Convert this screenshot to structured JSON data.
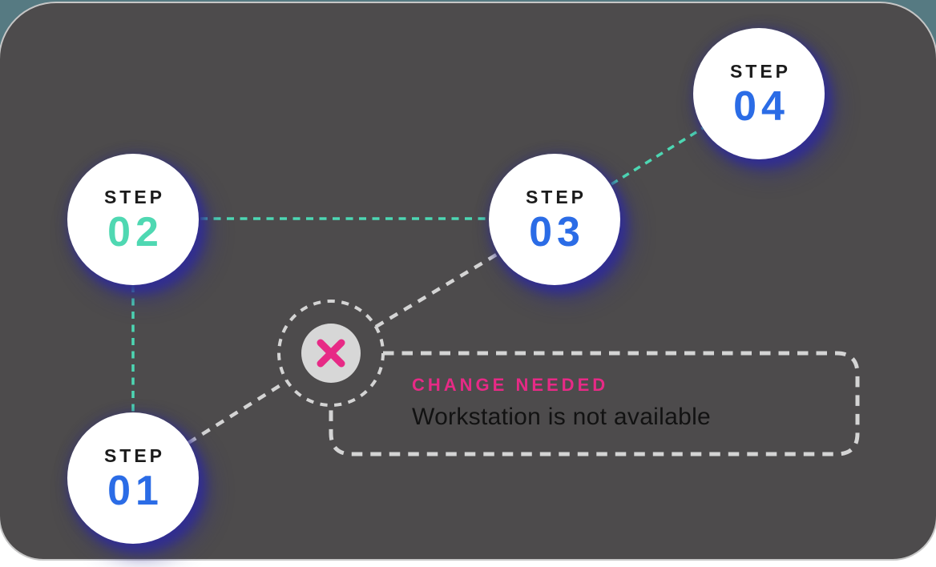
{
  "diagram_title": "step-flow-with-error-callout",
  "steps": [
    {
      "label": "STEP",
      "number": "01",
      "number_color": "#2b6ce6"
    },
    {
      "label": "STEP",
      "number": "02",
      "number_color": "#4fd8b2"
    },
    {
      "label": "STEP",
      "number": "03",
      "number_color": "#2b6ce6"
    },
    {
      "label": "STEP",
      "number": "04",
      "number_color": "#2b6ce6"
    }
  ],
  "error": {
    "icon": "x-icon",
    "message_title": "CHANGE NEEDED",
    "message_body": "Workstation is not available"
  },
  "connections": [
    {
      "from": "step-02",
      "to": "step-01",
      "style": "teal-dashed"
    },
    {
      "from": "step-02",
      "to": "step-03",
      "style": "teal-dashed"
    },
    {
      "from": "step-03",
      "to": "step-04",
      "style": "teal-dashed"
    },
    {
      "from": "step-01",
      "to": "error-node",
      "style": "grey-dashed"
    },
    {
      "from": "error-node",
      "to": "step-03",
      "style": "grey-dashed"
    },
    {
      "from": "error-node",
      "to": "message-box",
      "style": "grey-dashed"
    }
  ],
  "colors": {
    "card_bg": "#4d4b4c",
    "card_border": "#c6c6c6",
    "page_top_bg": "#567a82",
    "page_bottom_bg": "#ffffff",
    "circle_fill": "#ffffff",
    "glow_indigo": "#302d92",
    "step_label": "#1b1b1b",
    "blue": "#2b6ce6",
    "teal": "#4dd7b3",
    "grey_dash": "#d4d4d4",
    "pink": "#e72a86",
    "error_badge_fill": "#d7d7d7",
    "message_text": "#121212"
  }
}
